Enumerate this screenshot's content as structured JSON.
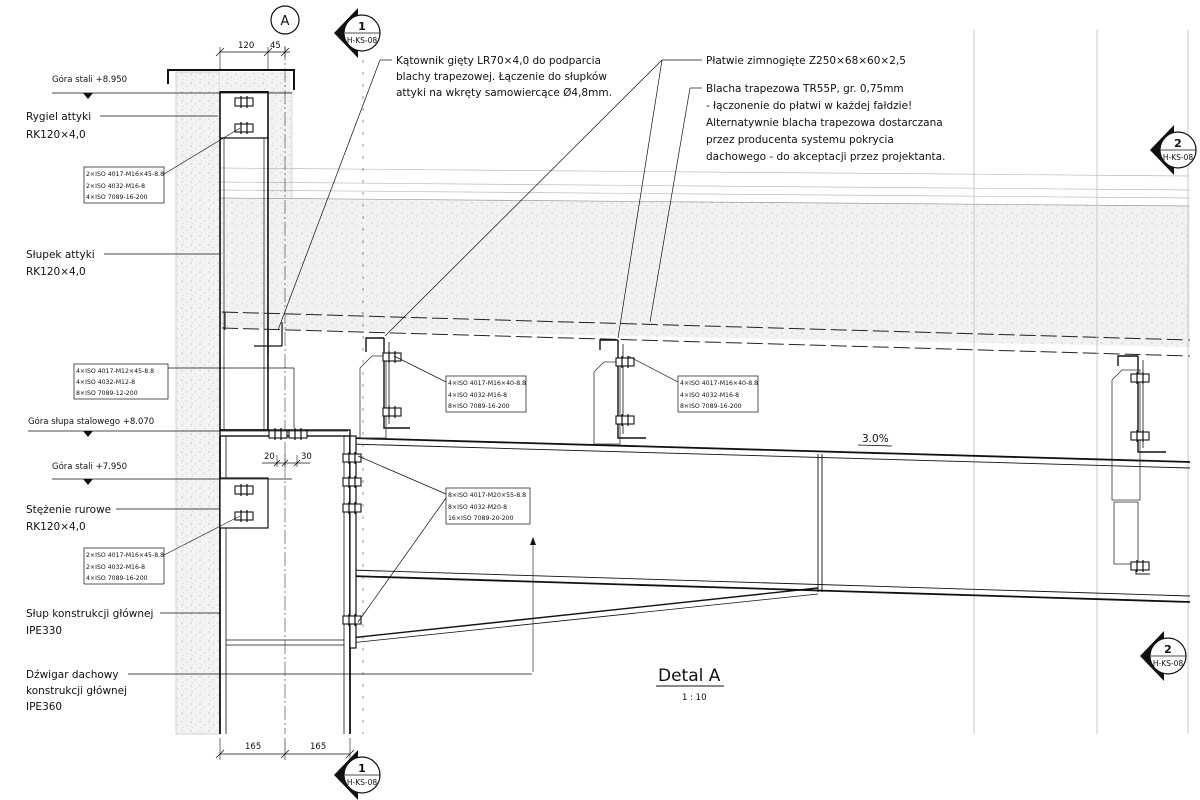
{
  "levels": {
    "top_steel_1": "Góra stali +8.950",
    "top_column": "Góra słupa stalowego +8.070",
    "top_steel_2": "Góra stali +7.950"
  },
  "labels": {
    "rygiel_name": "Rygiel attyki",
    "rygiel_profile": "RK120×4,0",
    "slupek_name": "Słupek attyki",
    "slupek_profile": "RK120×4,0",
    "stezenie_name": "Stężenie rurowe",
    "stezenie_profile": "RK120×4,0",
    "slup_name": "Słup konstrukcji głównej",
    "slup_profile": "IPE330",
    "dzwigar_line1": "Dźwigar dachowy",
    "dzwigar_line2": "konstrukcji głównej",
    "dzwigar_profile": "IPE360"
  },
  "callouts": {
    "katownik": [
      "Kątownik gięty LR70×4,0 do podparcia",
      "blachy trapezowej. Łączenie do słupków",
      "attyki na wkręty samowiercące Ø4,8mm."
    ],
    "platwie": "Płatwie zimnogięte Z250×68×60×2,5",
    "blacha": [
      "Blacha trapezowa TR55P, gr. 0,75mm",
      "- łączonenie do płatwi w każdej fałdzie!",
      "Alternatywnie blacha trapezowa dostarczana",
      "przez producenta systemu pokrycia",
      "dachowego - do akceptacji przez projektanta."
    ]
  },
  "bolt_notes": {
    "rygiel": [
      "2×ISO 4017-M16×45-8.8",
      "2×ISO 4032-M16-8",
      "4×ISO 7089-16-200"
    ],
    "slupek": [
      "4×ISO 4017-M12×45-8.8",
      "4×ISO 4032-M12-8",
      "8×ISO 7089-12-200"
    ],
    "stezenie": [
      "2×ISO 4017-M16×45-8.8",
      "2×ISO 4032-M16-8",
      "4×ISO 7089-16-200"
    ],
    "purlin_1": [
      "4×ISO 4017-M16×40-8.8",
      "4×ISO 4032-M16-8",
      "8×ISO 7089-16-200"
    ],
    "purlin_2": [
      "4×ISO 4017-M16×40-8.8",
      "4×ISO 4032-M16-8",
      "8×ISO 7089-16-200"
    ],
    "beam_column": [
      "8×ISO 4017-M20×55-8.8",
      "8×ISO 4032-M20-8",
      "16×ISO 7089-20-200"
    ]
  },
  "dimensions": {
    "top_left": "120",
    "top_right": "45",
    "mid_left": "20",
    "mid_right": "30",
    "bottom_left": "165",
    "bottom_right": "165"
  },
  "slope": "3.0%",
  "axis_mark": "A",
  "section_marks": {
    "s1_num": "1",
    "s1_ref": "H-KS-08",
    "s2_num": "2",
    "s2_ref": "H-KS-08"
  },
  "detail": {
    "title": "Detal A",
    "scale": "1 : 10"
  }
}
